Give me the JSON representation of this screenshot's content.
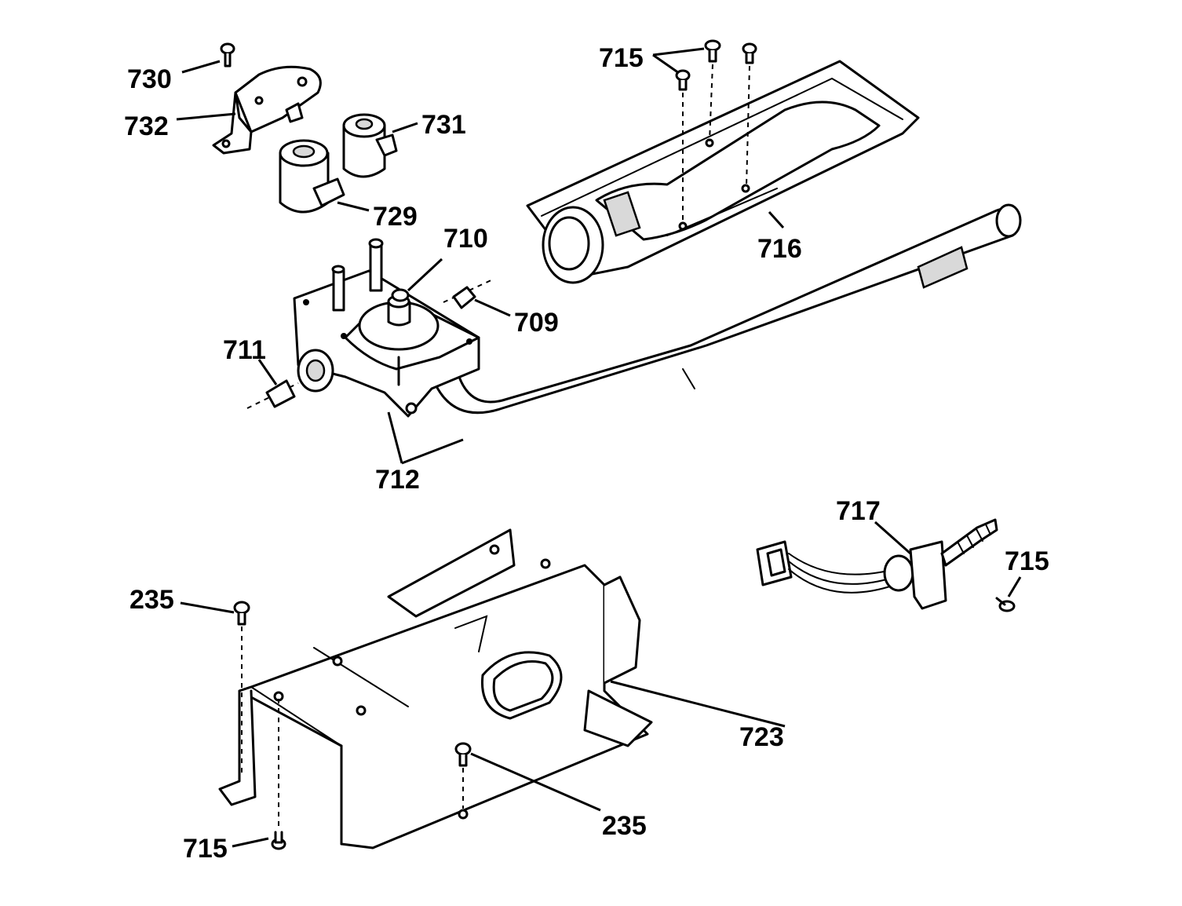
{
  "diagram": {
    "callouts": {
      "c730": "730",
      "c732": "732",
      "c731": "731",
      "c729": "729",
      "c715_top": "715",
      "c716": "716",
      "c710": "710",
      "c709": "709",
      "c711": "711",
      "c712": "712",
      "c717": "717",
      "c715_right": "715",
      "c235_left": "235",
      "c723": "723",
      "c235_bottom": "235",
      "c715_bottom": "715"
    }
  }
}
